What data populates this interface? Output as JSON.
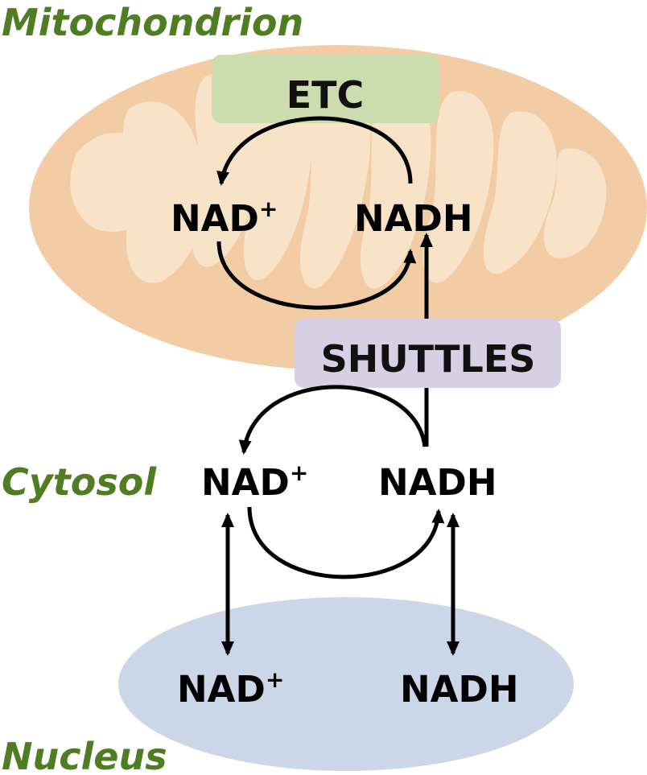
{
  "compartments": {
    "mitochondrion": {
      "label": "Mitochondrion",
      "color": "#f2cca4",
      "cristae_color": "#f8e2c8"
    },
    "cytosol": {
      "label": "Cytosol"
    },
    "nucleus": {
      "label": "Nucleus",
      "color": "#cbd7e9"
    }
  },
  "label_color": "#4f7d22",
  "boxes": {
    "etc": {
      "label": "ETC",
      "color": "#cbdcae"
    },
    "shuttles": {
      "label": "SHUTTLES",
      "color": "#d7d0e4"
    }
  },
  "species": {
    "mito_nad": {
      "base": "NAD",
      "sup": "+"
    },
    "mito_nadh": {
      "base": "NADH"
    },
    "cyto_nad": {
      "base": "NAD",
      "sup": "+"
    },
    "cyto_nadh": {
      "base": "NADH"
    },
    "nuc_nad": {
      "base": "NAD",
      "sup": "+"
    },
    "nuc_nadh": {
      "base": "NADH"
    }
  }
}
